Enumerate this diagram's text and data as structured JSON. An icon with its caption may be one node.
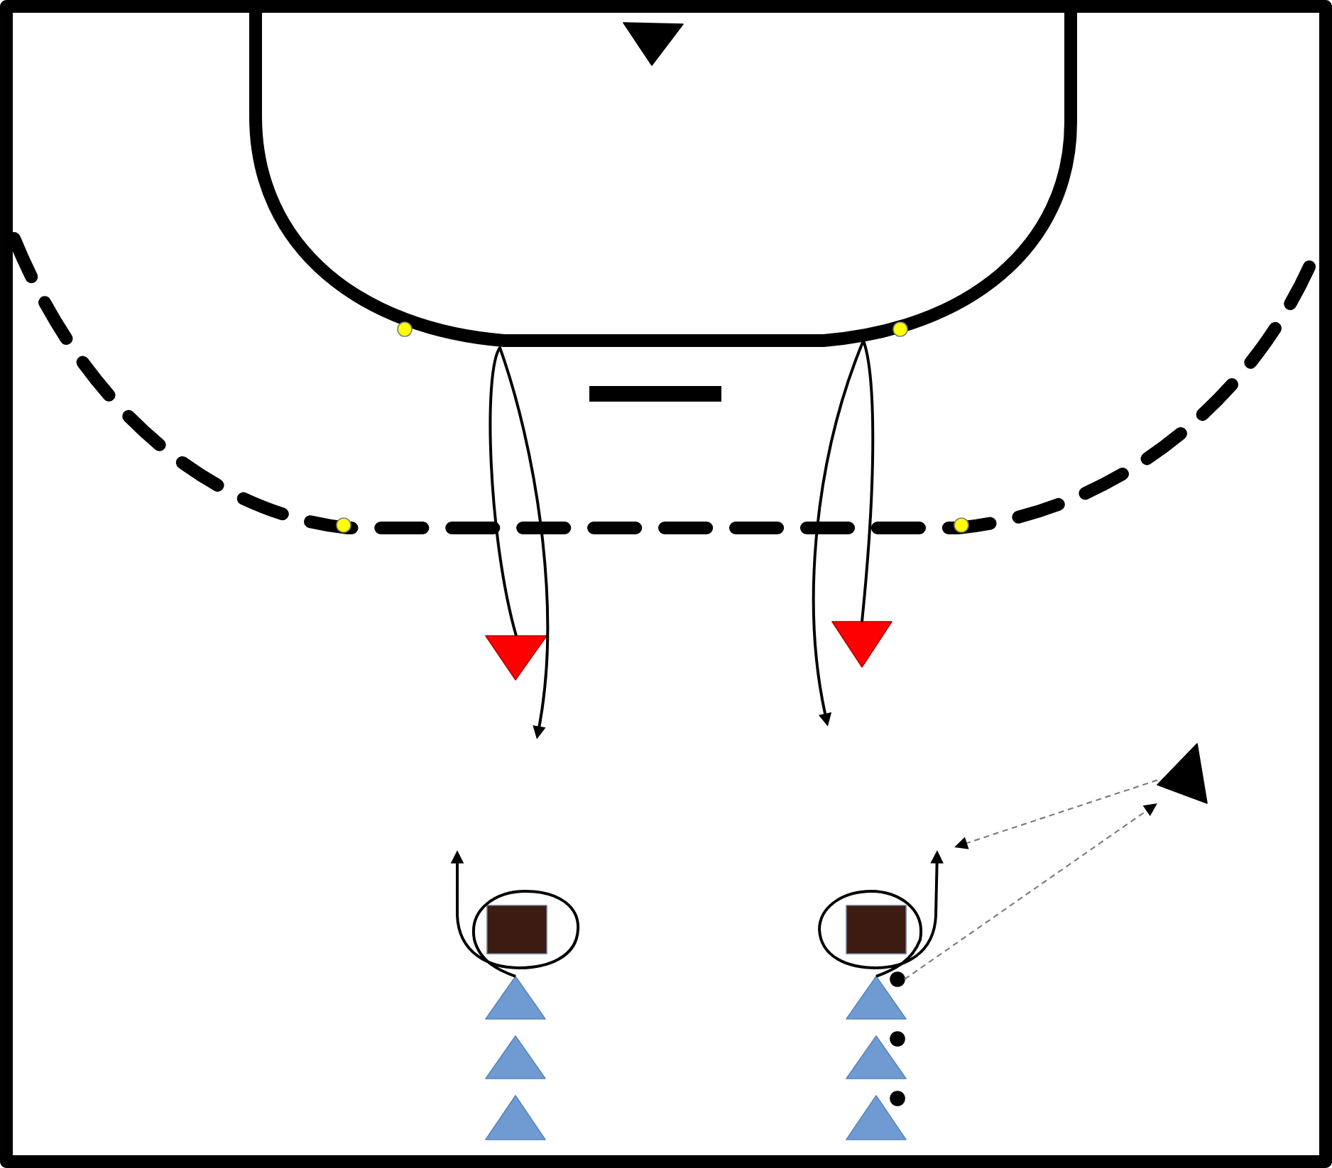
{
  "diagram": {
    "nodes": [
      {
        "text": [],
        "shape": "triangle"
      },
      {
        "text": [],
        "shape": "triangle"
      },
      {
        "text": [],
        "shape": "triangle"
      },
      {
        "text": [],
        "shape": "triangle"
      },
      {
        "text": [],
        "shape": "box"
      },
      {
        "text": [],
        "shape": "box"
      },
      {
        "text": [],
        "shape": "triangle"
      },
      {
        "text": [],
        "shape": "triangle"
      },
      {
        "text": [],
        "shape": "circle"
      },
      {
        "text": [],
        "shape": "triangle"
      },
      {
        "text": [],
        "shape": "triangle"
      },
      {
        "text": [],
        "shape": "circle"
      },
      {
        "text": [],
        "shape": "triangle"
      },
      {
        "text": [],
        "shape": "triangle"
      },
      {
        "text": [],
        "shape": "circle"
      }
    ],
    "edges": [
      {
        "from": 1,
        "to": null,
        "arrow": "to"
      },
      {
        "from": 2,
        "to": null,
        "arrow": "to"
      },
      {
        "from": 6,
        "to": null,
        "arrow": "to"
      },
      {
        "from": 7,
        "to": null,
        "arrow": "to"
      },
      {
        "from": 8,
        "to": 3,
        "arrow": "to",
        "style": "dashed",
        "color": "#7f7f7f"
      },
      {
        "from": 3,
        "to": null,
        "arrow": "to",
        "style": "dashed",
        "color": "#7f7f7f"
      }
    ]
  }
}
